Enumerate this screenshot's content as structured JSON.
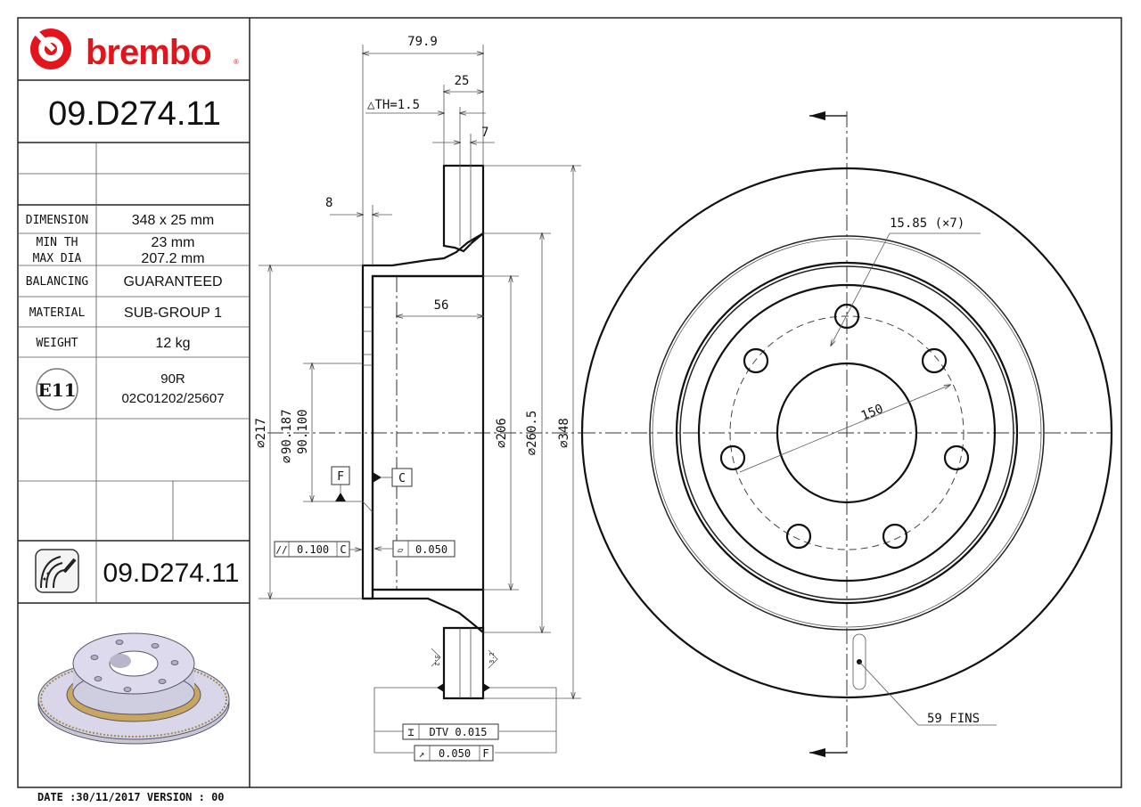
{
  "brand": {
    "name": "brembo",
    "registered": "®",
    "color": "#e3141b"
  },
  "part_number": "09.D274.11",
  "specs": [
    {
      "label": "DIMENSION",
      "value": "348 x 25 mm"
    },
    {
      "label": "MIN TH",
      "label2": "MAX DIA",
      "value": "23 mm",
      "value2": "207.2 mm"
    },
    {
      "label": "BALANCING",
      "value": "GUARANTEED"
    },
    {
      "label": "MATERIAL",
      "value": "SUB-GROUP 1"
    },
    {
      "label": "WEIGHT",
      "value": "12 kg"
    }
  ],
  "approval": {
    "mark": "E11",
    "line1": "90R",
    "line2": "02C01202/25607"
  },
  "footer": {
    "date_version": "DATE :30/11/2017 VERSION : 00"
  },
  "section_view": {
    "overall_width": "79.9",
    "thickness": "25",
    "delta_th": "△TH=1.5",
    "offset_7": "7",
    "flange_8": "8",
    "hat_depth": "56",
    "dia_217": "⌀217",
    "dia_bore_1": "90.187",
    "dia_bore_2": "90.100",
    "dia_bore_sym": "⌀",
    "dia_206": "⌀206",
    "dia_260": "⌀260.5",
    "dia_348": "⌀348",
    "datum_f": "F",
    "datum_c": "C",
    "parallelism": {
      "symbol": "//",
      "value": "0.100",
      "datum": "C"
    },
    "flatness": {
      "symbol": "▱",
      "value": "0.050"
    },
    "dtv": {
      "symbol": "⌶",
      "value": "DTV 0.015"
    },
    "runout": {
      "symbol": "↗",
      "value": "0.050",
      "datum": "F"
    },
    "roughness_1": "3.2",
    "roughness_2": "3.2"
  },
  "front_view": {
    "bolt_hole": "15.85 (×7)",
    "bolt_circle": "150",
    "fins": "59 FINS"
  }
}
